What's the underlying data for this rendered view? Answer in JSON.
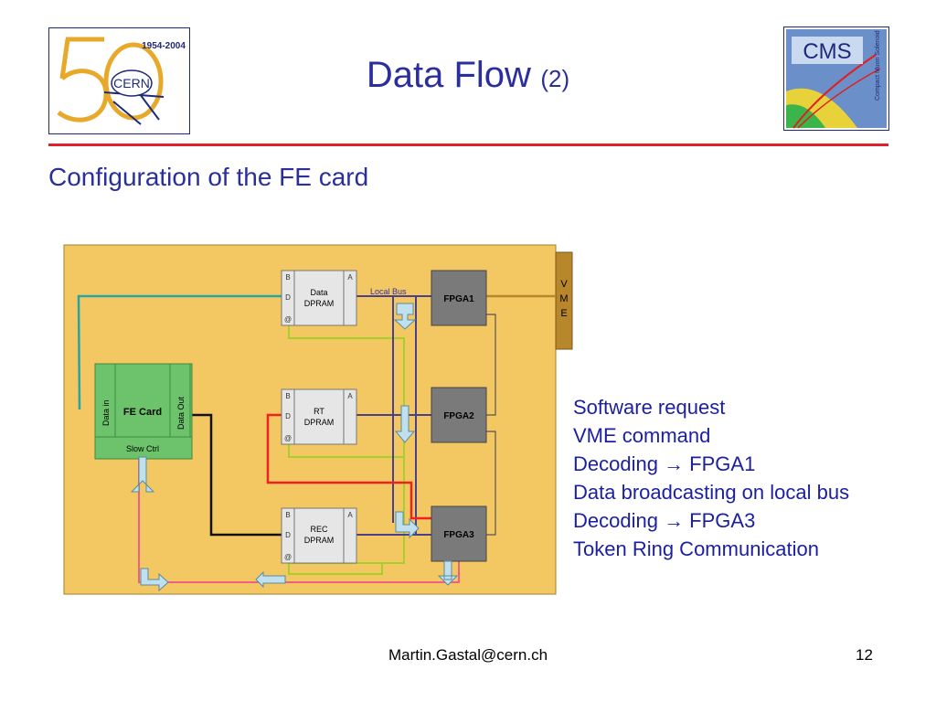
{
  "header": {
    "title": "Data Flow",
    "title_suffix": "(2)",
    "cern_logo": {
      "years": "1954-2004",
      "name": "CERN"
    },
    "cms_logo": {
      "name": "CMS",
      "tagline": "Compact Muon Solenoid"
    }
  },
  "subtitle": "Configuration of the FE card",
  "diagram": {
    "fe_card": {
      "title": "FE Card",
      "left_label": "Data in",
      "right_label": "Data Out",
      "bottom_label": "Slow Ctrl"
    },
    "dprams": [
      {
        "name": "Data\nDPRAM",
        "line1": "Data",
        "line2": "DPRAM",
        "port_b": "B",
        "port_d": "D",
        "port_at": "@",
        "port_a": "A"
      },
      {
        "name": "RT DPRAM",
        "line1": "RT",
        "line2": "DPRAM",
        "port_b": "B",
        "port_d": "D",
        "port_at": "@",
        "port_a": "A"
      },
      {
        "name": "REC DPRAM",
        "line1": "REC",
        "line2": "DPRAM",
        "port_b": "B",
        "port_d": "D",
        "port_at": "@",
        "port_a": "A"
      }
    ],
    "fpgas": [
      "FPGA1",
      "FPGA2",
      "FPGA3"
    ],
    "local_bus_label": "Local Bus",
    "vme_letters": [
      "V",
      "M",
      "E"
    ],
    "colors": {
      "board": "#f3c862",
      "fe_card": "#6cc36c",
      "fpga": "#7a7a7a",
      "dpram": "#e6e6e6",
      "vme": "#b8862b",
      "local_bus": "#4b3f8f",
      "teal_link": "#2aa3a3",
      "green_link": "#a6cf2a",
      "red_link": "#ee2222",
      "pink_link": "#f06080",
      "gray_link": "#7a7a7a",
      "arrow_fill": "#bfe0ec"
    }
  },
  "bullets": [
    "Software request",
    "VME command",
    "Decoding → FPGA1",
    "Data broadcasting on local bus",
    "Decoding → FPGA3",
    "Token Ring Communication"
  ],
  "footer": {
    "email": "Martin.Gastal@cern.ch",
    "page": "12"
  }
}
